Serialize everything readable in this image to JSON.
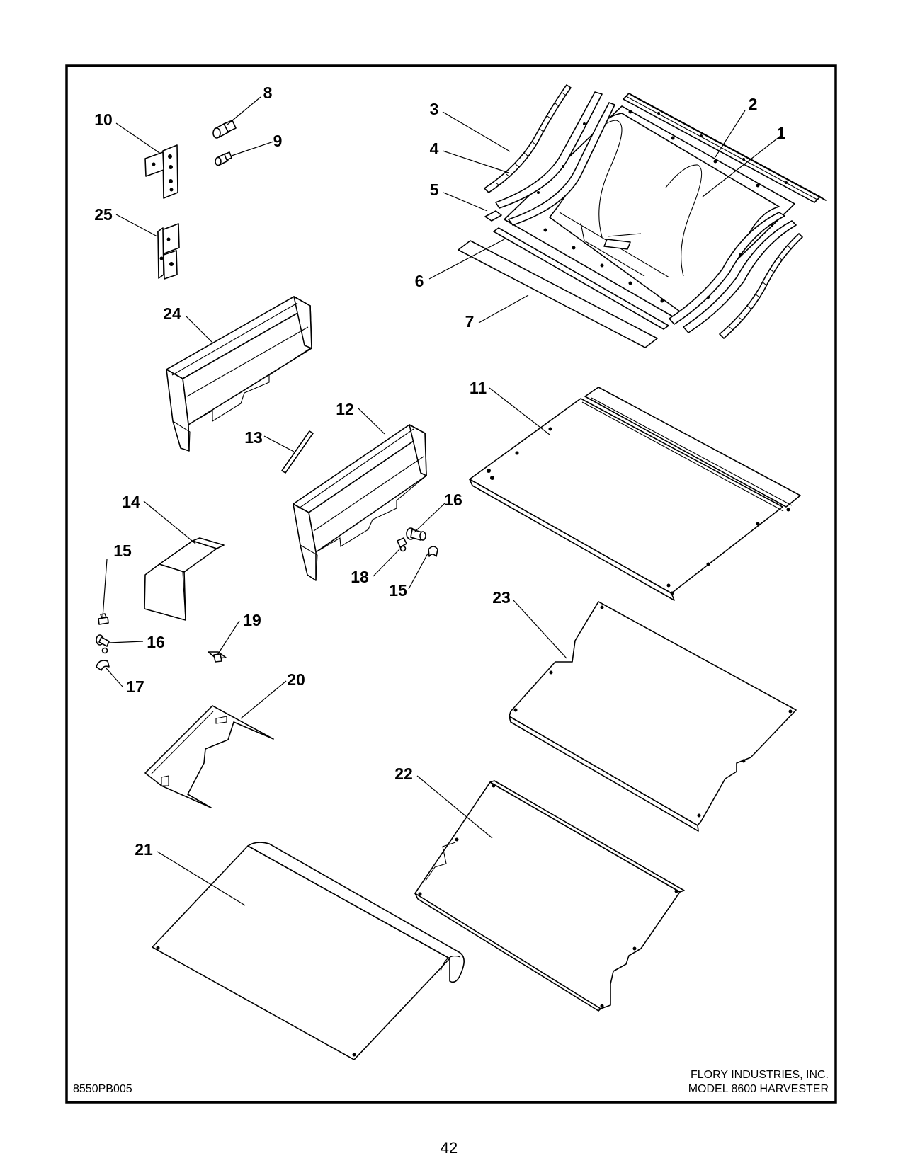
{
  "drawing_number": "8550PB005",
  "company": "FLORY INDUSTRIES, INC.",
  "model": "MODEL 8600 HARVESTER",
  "page_number": "42",
  "callouts": {
    "c1": "1",
    "c2": "2",
    "c3": "3",
    "c4": "4",
    "c5": "5",
    "c6": "6",
    "c7": "7",
    "c8": "8",
    "c9": "9",
    "c10": "10",
    "c11": "11",
    "c12": "12",
    "c13": "13",
    "c14": "14",
    "c15a": "15",
    "c15b": "15",
    "c16a": "16",
    "c16b": "16",
    "c17": "17",
    "c18": "18",
    "c19": "19",
    "c20": "20",
    "c21": "21",
    "c22": "22",
    "c23": "23",
    "c24": "24",
    "c25": "25"
  }
}
